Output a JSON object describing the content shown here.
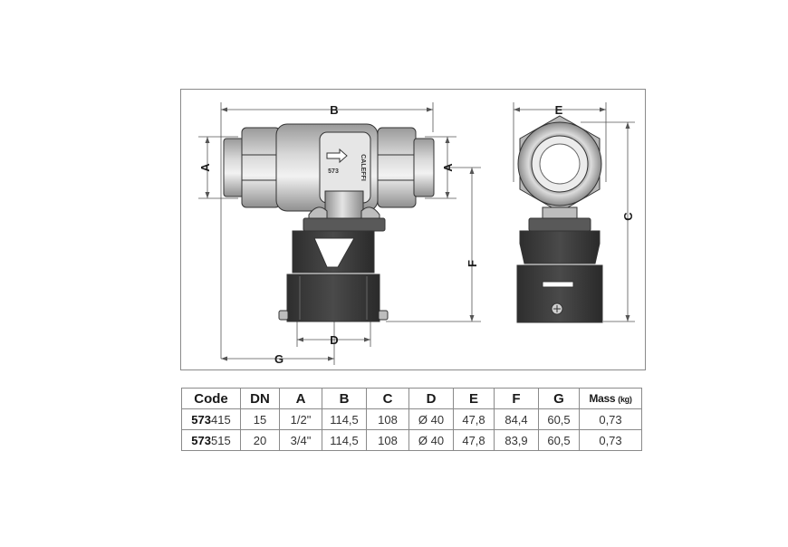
{
  "drawing": {
    "dim_labels": {
      "A": "A",
      "B": "B",
      "C": "C",
      "D": "D",
      "E": "E",
      "F": "F",
      "G": "G"
    },
    "valve_marking": "573",
    "brand_marking": "CALEFFI"
  },
  "table": {
    "headers": [
      "Code",
      "DN",
      "A",
      "B",
      "C",
      "D",
      "E",
      "F",
      "G"
    ],
    "mass_header": "Mass",
    "mass_unit": "(kg)",
    "rows": [
      {
        "code_prefix": "573",
        "code_suffix": "415",
        "dn": "15",
        "a": "1/2\"",
        "b": "114,5",
        "c": "108",
        "d": "Ø 40",
        "e": "47,8",
        "f": "84,4",
        "g": "60,5",
        "mass": "0,73"
      },
      {
        "code_prefix": "573",
        "code_suffix": "515",
        "dn": "20",
        "a": "3/4\"",
        "b": "114,5",
        "c": "108",
        "d": "Ø 40",
        "e": "47,8",
        "f": "83,9",
        "g": "60,5",
        "mass": "0,73"
      }
    ]
  }
}
